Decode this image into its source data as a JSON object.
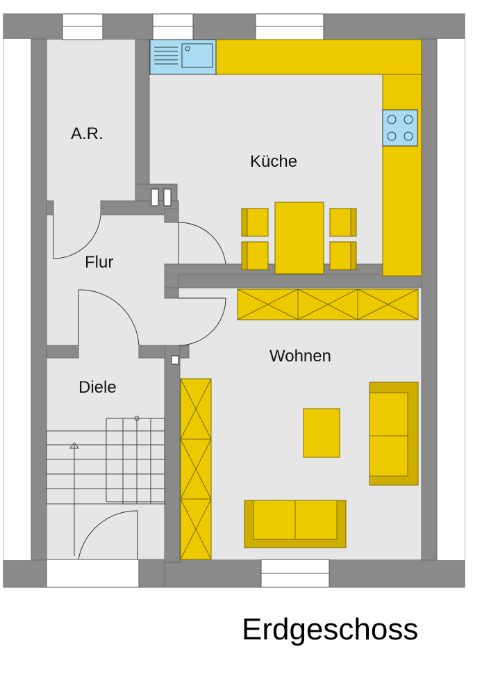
{
  "rooms": {
    "abstellraum": "A.R.",
    "kueche": "Küche",
    "flur": "Flur",
    "wohnen": "Wohnen",
    "diele": "Diele"
  },
  "floor_name": "Erdgeschoss",
  "colors": {
    "wall": "#8a8a8a",
    "floor": "#e6e6e6",
    "furniture": "#edc900",
    "sink": "#a9dcf2"
  }
}
